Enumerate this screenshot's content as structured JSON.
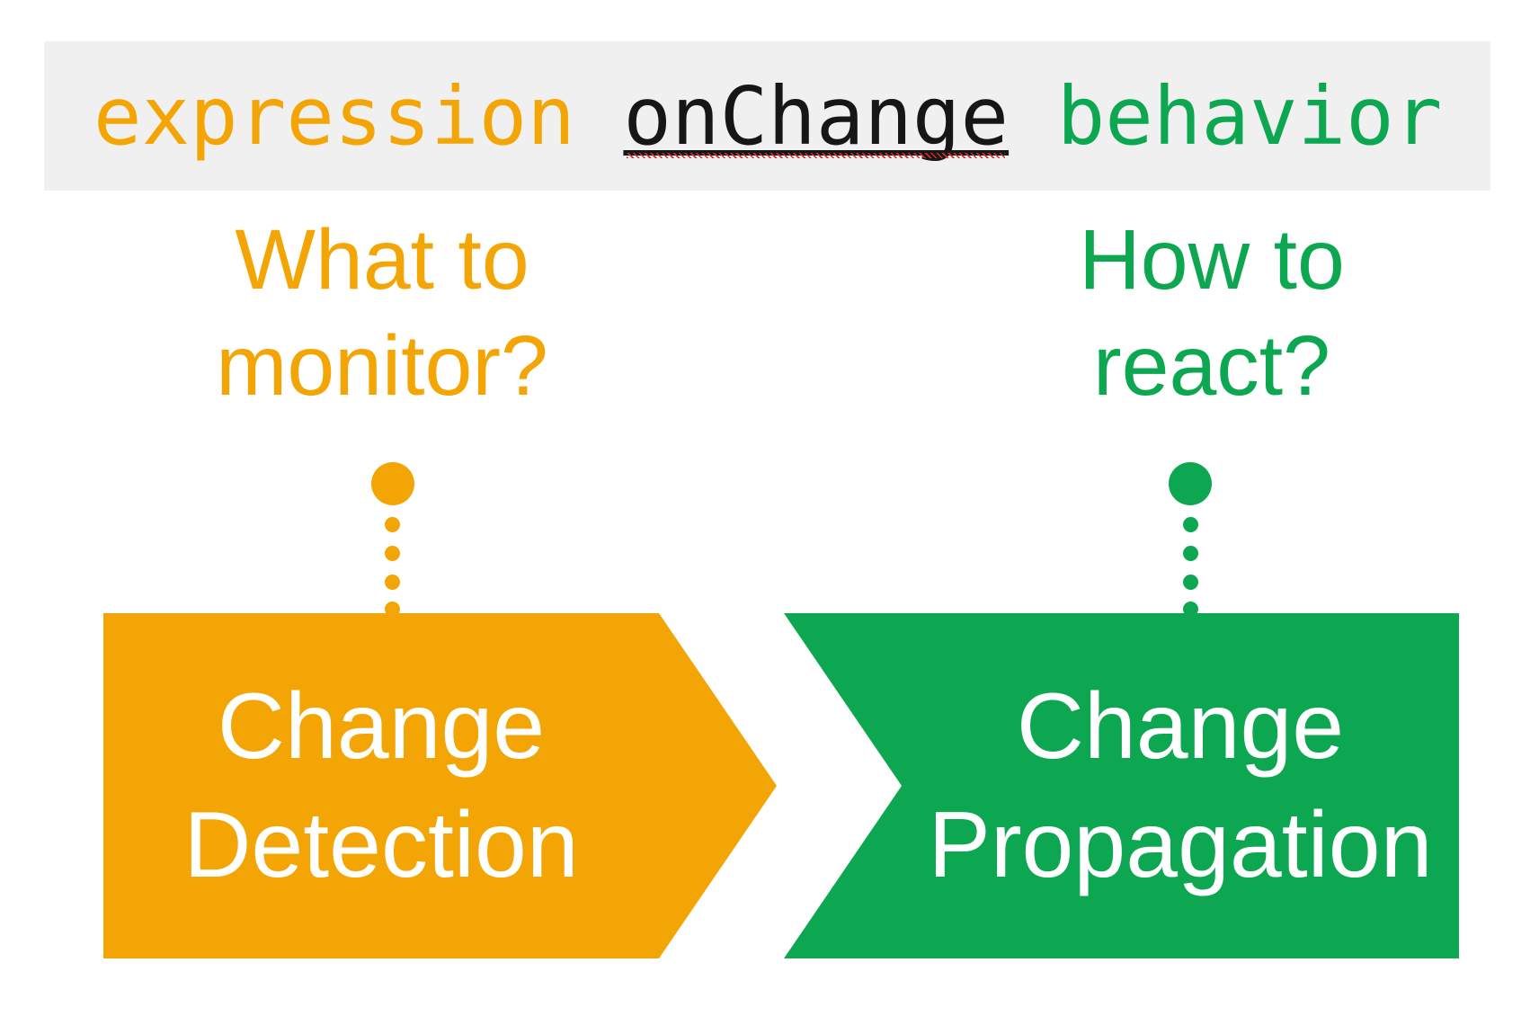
{
  "theme": {
    "orange": "#F4A506",
    "green": "#0CA750",
    "bar_bg": "#F0F0F0",
    "code_black": "#161616",
    "squiggle_red": "#D22C2C",
    "label_white": "#FFFFFF"
  },
  "code_bar": {
    "expression_token": "expression",
    "onchange_token": "onChange",
    "behavior_token": "behavior"
  },
  "left_column": {
    "question_line1": "What to",
    "question_line2": "monitor?",
    "arrow_line1": "Change",
    "arrow_line2": "Detection"
  },
  "right_column": {
    "question_line1": "How to",
    "question_line2": "react?",
    "arrow_line1": "Change",
    "arrow_line2": "Propagation"
  }
}
